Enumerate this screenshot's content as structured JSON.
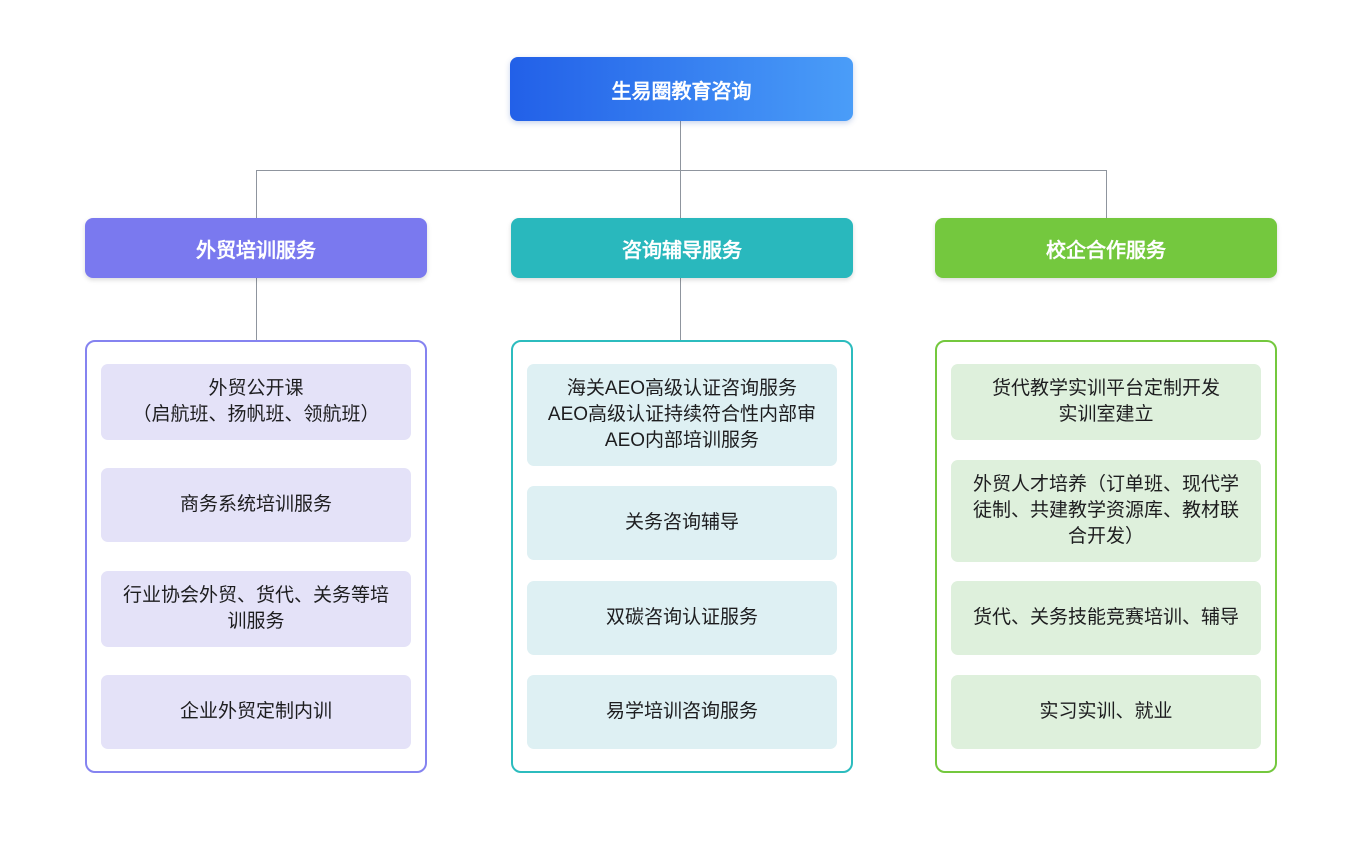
{
  "diagram": {
    "root": {
      "label": "生易圈教育咨询"
    },
    "branches": [
      {
        "label": "外贸培训服务",
        "items": [
          {
            "text": "外贸公开课\n（启航班、扬帆班、领航班）"
          },
          {
            "text": "商务系统培训服务"
          },
          {
            "text": "行业协会外贸、货代、关务等培训服务"
          },
          {
            "text": "企业外贸定制内训"
          }
        ]
      },
      {
        "label": "咨询辅导服务",
        "items": [
          {
            "text": "海关AEO高级认证咨询服务\nAEO高级认证持续符合性内部审\nAEO内部培训服务"
          },
          {
            "text": "关务咨询辅导"
          },
          {
            "text": "双碳咨询认证服务"
          },
          {
            "text": "易学培训咨询服务"
          }
        ]
      },
      {
        "label": "校企合作服务",
        "items": [
          {
            "text": "货代教学实训平台定制开发\n实训室建立"
          },
          {
            "text": "外贸人才培养（订单班、现代学徒制、共建教学资源库、教材联合开发）"
          },
          {
            "text": "货代、关务技能竞赛培训、辅导"
          },
          {
            "text": "实习实训、就业"
          }
        ]
      }
    ],
    "colors": {
      "root_gradient": "linear-gradient(90deg, #2260e8, #4a9df8)",
      "root_gradient_left": "#2260e8",
      "root_gradient_right": "#4a9df8",
      "branch1_header_bg": "#7a79ef",
      "branch1_border": "#8583f0",
      "branch1_item_bg": "#e4e2f8",
      "branch2_header_bg": "#29b8bd",
      "branch2_border": "#2cbcbe",
      "branch2_item_bg": "#def0f3",
      "branch3_header_bg": "#74c83e",
      "branch3_border": "#74c83e",
      "branch3_item_bg": "#def0dc",
      "connector_line": "#8f959e",
      "item_text": "#1d1d1f"
    }
  }
}
